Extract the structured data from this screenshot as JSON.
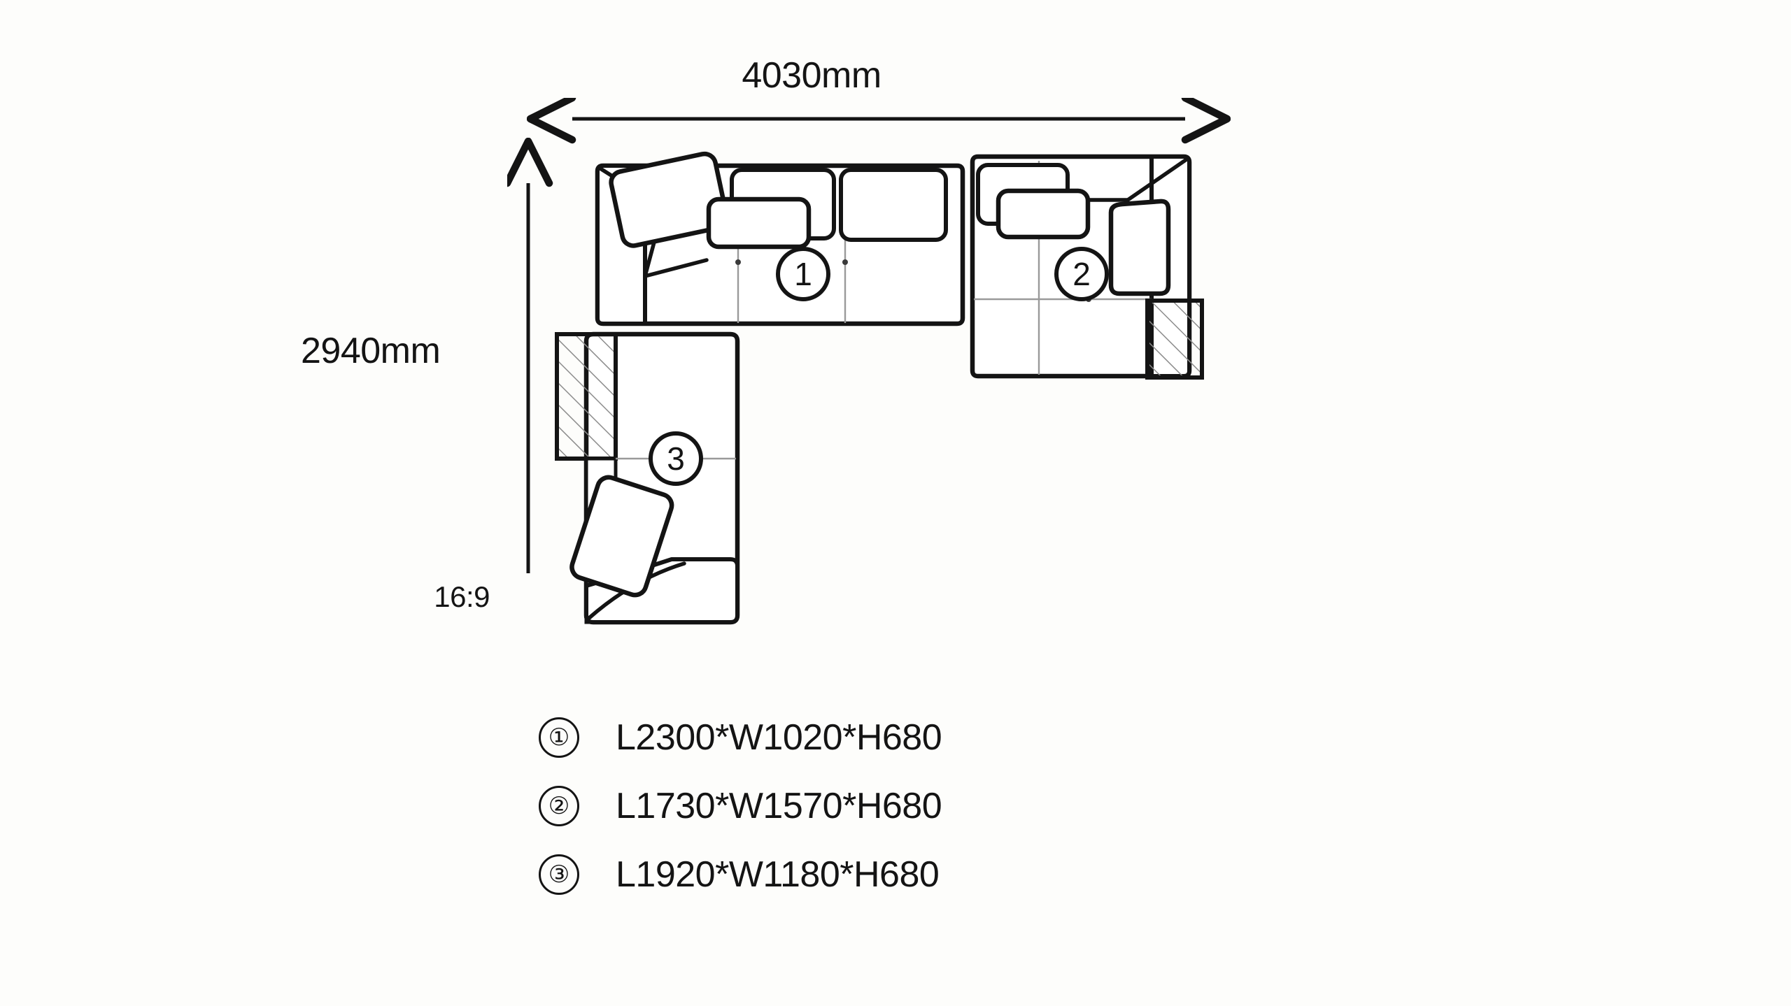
{
  "drawing": {
    "type": "sectional-sofa-plan-view",
    "dimensions": {
      "overall_width": "4030mm",
      "overall_depth": "2940mm",
      "aspect_ratio": "16:9"
    },
    "modules": [
      {
        "marker": "①",
        "number": "1",
        "spec": "L2300*W1020*H680"
      },
      {
        "marker": "②",
        "number": "2",
        "spec": "L1730*W1570*H680"
      },
      {
        "marker": "③",
        "number": "3",
        "spec": "L1920*W1180*H680"
      }
    ]
  },
  "callouts": {
    "module_one": "①",
    "module_two": "②",
    "module_three": "③"
  },
  "legend": {
    "rows": [
      {
        "marker": "①",
        "label": "L2300*W1020*H680"
      },
      {
        "marker": "②",
        "label": "L1730*W1570*H680"
      },
      {
        "marker": "③",
        "label": "L1920*W1180*H680"
      }
    ]
  },
  "colors": {
    "background": "#fdfdfb",
    "outline": "#141414",
    "thin_line": "#9a9a9a",
    "hatch": "#8c8c8c"
  }
}
